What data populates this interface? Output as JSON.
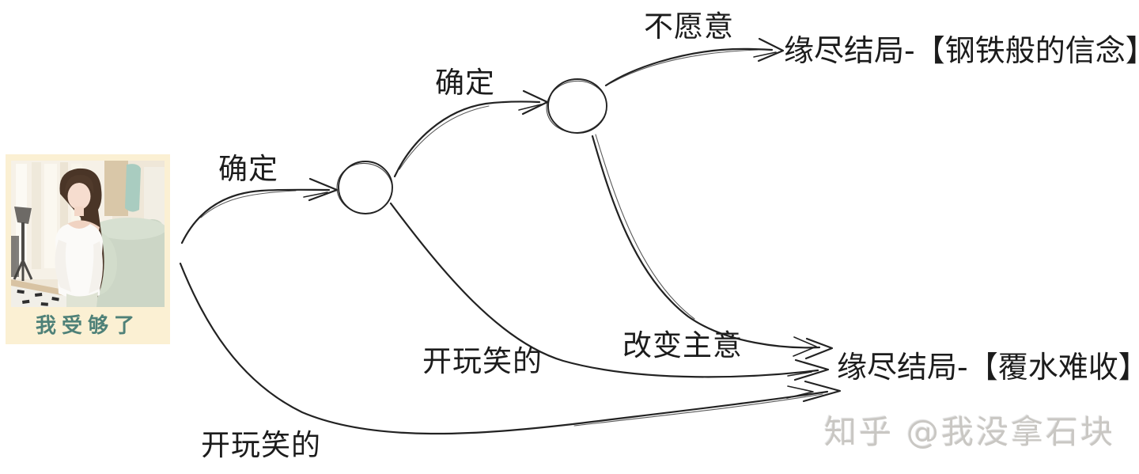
{
  "start_card": {
    "caption": "我受够了",
    "photo_subject": "girl in white off-shoulder top sitting on sage couch",
    "bg_color": "#fbf0d3",
    "caption_color": "#4f8178"
  },
  "diagram": {
    "labels": {
      "confirm1": "确定",
      "confirm2": "确定",
      "unwilling": "不愿意",
      "change_mind": "改变主意",
      "joking_mid": "开玩笑的",
      "joking_bottom": "开玩笑的"
    },
    "endings": {
      "steel_faith": "缘尽结局-【钢铁般的信念】",
      "spilt_water": "缘尽结局-【覆水难收】"
    },
    "edges": [
      {
        "from": "start-card",
        "label": "确定",
        "to": "node-1"
      },
      {
        "from": "node-1",
        "label": "确定",
        "to": "node-2"
      },
      {
        "from": "node-2",
        "label": "不愿意",
        "to": "缘尽结局-【钢铁般的信念】"
      },
      {
        "from": "node-2",
        "label": "改变主意",
        "to": "缘尽结局-【覆水难收】"
      },
      {
        "from": "node-1",
        "label": "开玩笑的",
        "to": "缘尽结局-【覆水难收】"
      },
      {
        "from": "start-card",
        "label": "开玩笑的",
        "to": "缘尽结局-【覆水难收】"
      }
    ]
  },
  "watermark": {
    "text": "知乎 @我没拿石块"
  },
  "colors": {
    "ink": "#222222",
    "background": "#ffffff",
    "watermark": "#c9c7c3"
  }
}
